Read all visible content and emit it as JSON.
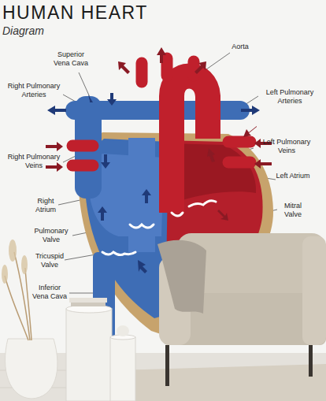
{
  "diagram": {
    "title": "HUMAN HEART",
    "labels": [
      "Diagram",
      "Superior Vena Cava",
      "Aorta",
      "Right Pulmonary Arteries",
      "Left Pulmonary Arteries",
      "Left Pulmonary Veins",
      "Right Pulmonary Veins",
      "Left Atrium",
      "Right Atrium",
      "Mitral Valve",
      "Pulmonary Valve",
      "Tricuspid Valve",
      "Inferior Vena Cava"
    ]
  }
}
